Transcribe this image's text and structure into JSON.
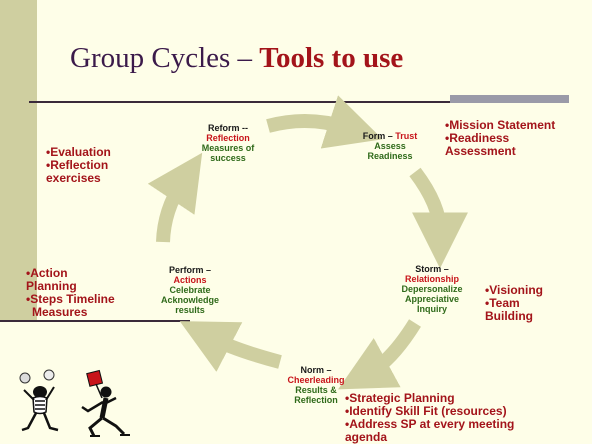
{
  "slide": {
    "title_plain": "Group Cycles – ",
    "title_bold": "Tools to use"
  },
  "cycle": {
    "form": {
      "head": "Form – ",
      "red": "Trust",
      "green": "Assess Readiness"
    },
    "storm": {
      "head": "Storm –",
      "red": "Relationship",
      "green": "Depersonalize Appreciative Inquiry"
    },
    "norm": {
      "head": "Norm –",
      "red": "Cheerleading",
      "green": "Results & Reflection"
    },
    "perform": {
      "head": "Perform –",
      "red": "Actions",
      "green": "Celebrate Acknowledge results"
    },
    "reform": {
      "head": "Reform --",
      "red": "Reflection",
      "green": "Measures of success"
    }
  },
  "tools": {
    "form": [
      "•Mission Statement",
      "•Readiness",
      "Assessment"
    ],
    "storm": [
      "•Visioning",
      "•Team",
      "Building"
    ],
    "norm": [
      "•Strategic Planning",
      "•Identify Skill Fit (resources)",
      "•Address SP at every meeting",
      "agenda"
    ],
    "perform": [
      "•Action",
      "Planning",
      "•Steps Timeline",
      "Measures"
    ],
    "reform": [
      "•Evaluation",
      "•Reflection",
      "exercises"
    ]
  },
  "colors": {
    "arrow": "#cfcfa0",
    "accent_red": "#a3141a",
    "green": "#2f6a1a",
    "band": "#cfcfa0"
  },
  "icons": [
    "juggler-clipart-icon",
    "person-with-sign-clipart-icon"
  ]
}
